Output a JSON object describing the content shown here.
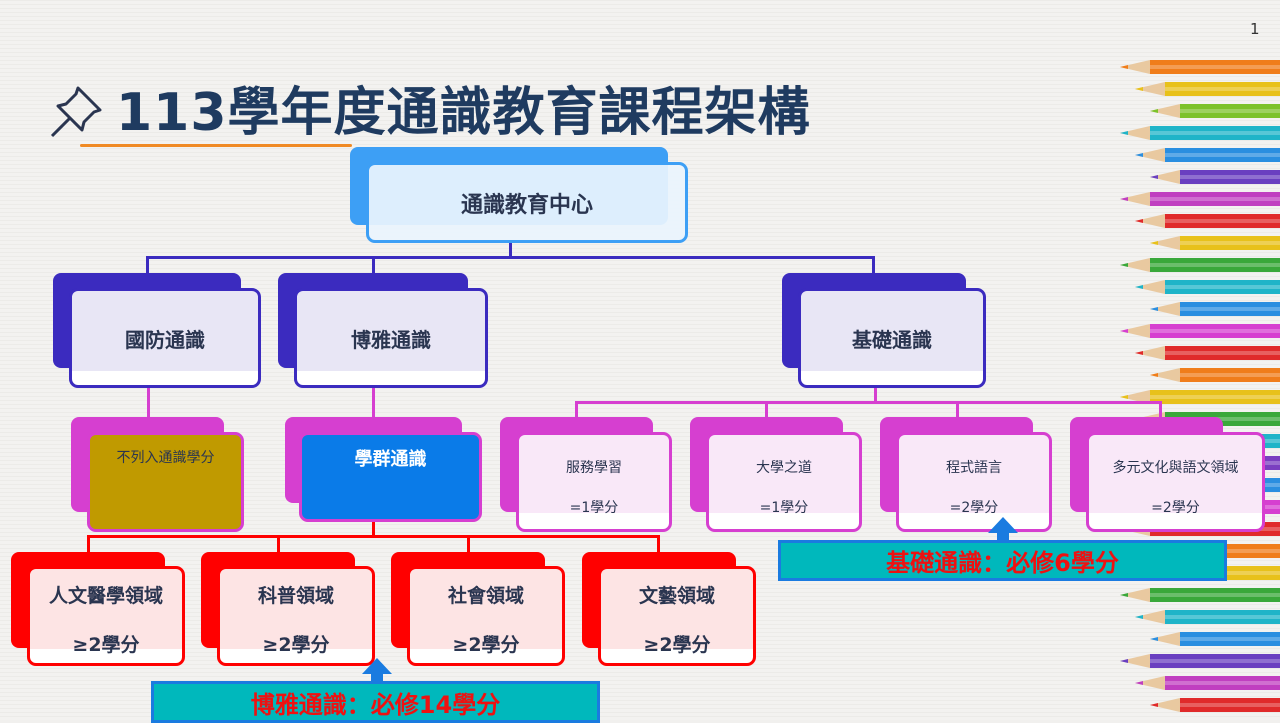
{
  "page_number": "1",
  "title": "113學年度通識教育課程架構",
  "root": {
    "label": "通識教育中心"
  },
  "level1": [
    {
      "label": "國防通識"
    },
    {
      "label": "博雅通識"
    },
    {
      "label": "基礎通識"
    }
  ],
  "defense": {
    "label": "不列入通識學分"
  },
  "cluster": {
    "label": "學群通識"
  },
  "basic_items": [
    {
      "label": "服務學習",
      "credits": "=1學分"
    },
    {
      "label": "大學之道",
      "credits": "=1學分"
    },
    {
      "label": "程式語言",
      "credits": "=2學分"
    },
    {
      "label": "多元文化與語文領域",
      "credits": "=2學分"
    }
  ],
  "domains": [
    {
      "label": "人文醫學領域",
      "credits": "≥2學分"
    },
    {
      "label": "科普領域",
      "credits": "≥2學分"
    },
    {
      "label": "社會領域",
      "credits": "≥2學分"
    },
    {
      "label": "文藝領域",
      "credits": "≥2學分"
    }
  ],
  "callouts": {
    "liberal": "博雅通識：必修14學分",
    "basic": "基礎通識：必修6學分"
  },
  "colors": {
    "blue": "#3d9ff5",
    "indigo": "#3b2bbf",
    "magenta": "#d63fd0",
    "red": "#ff0000",
    "teal": "#00b8bc",
    "gold": "#c09a00",
    "title": "#1f3b60"
  }
}
